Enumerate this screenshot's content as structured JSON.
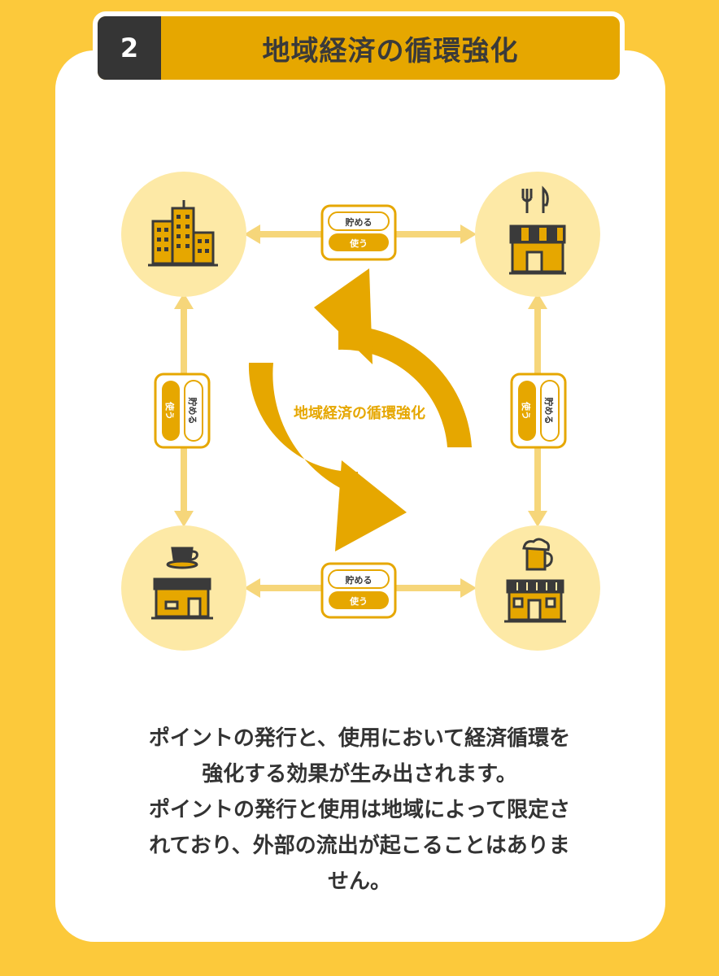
{
  "header": {
    "number": "2",
    "title": "地域経済の循環強化"
  },
  "diagram": {
    "center_label": "地域経済の循環強化",
    "flows": [
      {
        "top": "貯める",
        "bottom": "使う"
      },
      {
        "top": "貯める",
        "bottom": "使う"
      },
      {
        "top": "貯める",
        "bottom": "使う"
      },
      {
        "top": "貯める",
        "bottom": "使う"
      }
    ],
    "nodes": [
      {
        "icon": "office-building-icon"
      },
      {
        "icon": "restaurant-icon"
      },
      {
        "icon": "cafe-icon"
      },
      {
        "icon": "pub-icon"
      }
    ]
  },
  "description": {
    "lines": [
      "ポイントの発行と、使用において経済循環を",
      "強化する効果が生み出されます。",
      "ポイントの発行と使用は地域によって限定さ",
      "れており、外部の流出が起こることはありま",
      "せん。"
    ]
  },
  "colors": {
    "background": "#fcc93b",
    "accent": "#e6a700",
    "node_circle": "#fde9a6",
    "flow_line": "#f6d67a",
    "header_number_bg": "#353535"
  }
}
